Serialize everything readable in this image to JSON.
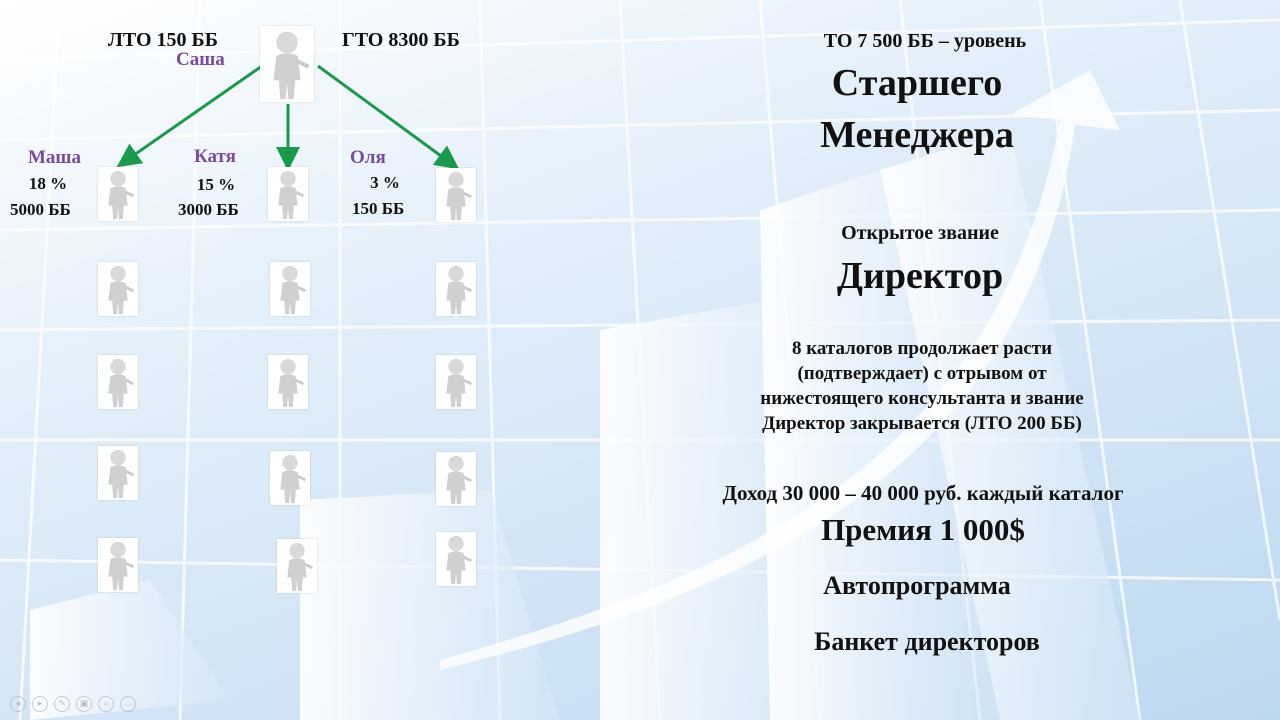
{
  "top": {
    "lto": "ЛТО 150 ББ",
    "gto": "ГТО 8300 ББ",
    "root_name": "Саша"
  },
  "branches": [
    {
      "name": "Маша",
      "percent": "18 %",
      "points": "5000 ББ"
    },
    {
      "name": "Катя",
      "percent": "15 %",
      "points": "3000 ББ"
    },
    {
      "name": "Оля",
      "percent": "3 %",
      "points": "150 ББ"
    }
  ],
  "right": {
    "to_line": "ТО 7 500 ББ – уровень",
    "rank_line1": "Старшего",
    "rank_line2": "Менеджера",
    "open_title_label": "Открытое звание",
    "open_title": "Директор",
    "desc": [
      "8 каталогов продолжает расти",
      "(подтверждает) с отрывом от",
      "нижестоящего консультанта и звание",
      "Директор закрывается (ЛТО 200 ББ)"
    ],
    "income": "Доход 30 000 – 40 000 руб. каждый каталог",
    "bonus": "Премия 1 000$",
    "car": "Автопрограмма",
    "banquet": "Банкет директоров"
  },
  "colors": {
    "arrow": "#1a9a4a",
    "name": "#7a4a9c",
    "text": "#111111"
  },
  "icons": [
    "person-figure-icon",
    "slide-control-icon"
  ]
}
